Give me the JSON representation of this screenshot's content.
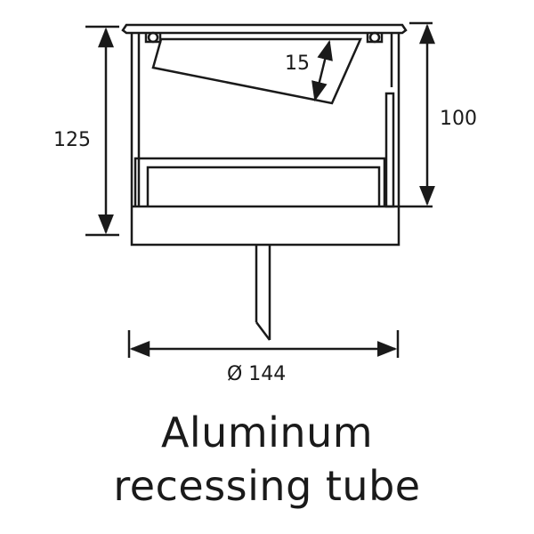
{
  "dimensions": {
    "height_total": "125",
    "height_inner": "100",
    "tilt_angle": "15",
    "diameter": "Ø 144"
  },
  "caption": {
    "line1": "Aluminum",
    "line2": "recessing tube"
  },
  "colors": {
    "ink": "#1a1a1a",
    "background": "#ffffff"
  }
}
